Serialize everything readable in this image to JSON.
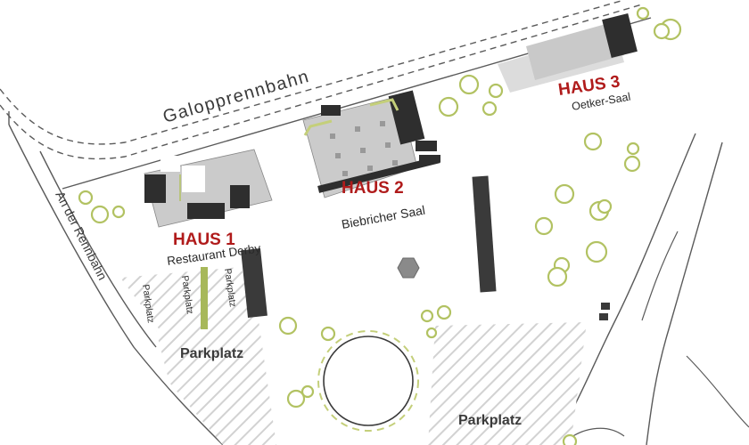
{
  "roads": {
    "racecourse": "Galopprennbahn",
    "street": "An der Rennbahn"
  },
  "buildings": [
    {
      "name": "HAUS 1",
      "subtitle": "Restaurant Derby"
    },
    {
      "name": "HAUS 2",
      "subtitle": "Biebricher Saal"
    },
    {
      "name": "HAUS 3",
      "subtitle": "Oetker-Saal"
    }
  ],
  "parking": {
    "small_1": "Parkplatz",
    "small_2": "Parkplatz",
    "small_3": "Parkplatz",
    "large_left": "Parkplatz",
    "large_right": "Parkplatz"
  },
  "colors": {
    "house_label": "#b01b1b",
    "building_gray": "#c9c9c9",
    "building_dark": "#2e2e2e",
    "tree_outline": "#b2c262",
    "hatch": "#d0d0d0"
  }
}
